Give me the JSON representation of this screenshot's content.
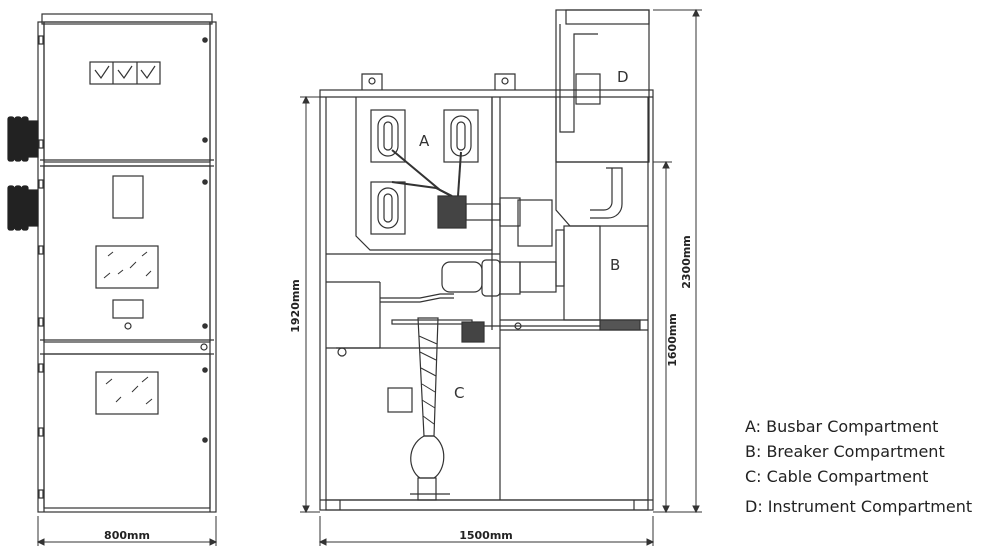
{
  "dimensions": {
    "front_width": "800mm",
    "side_width": "1500mm",
    "side_height_left": "1920mm",
    "side_height_mid": "1600mm",
    "side_height_right": "2300mm"
  },
  "compartment_letters": {
    "a": "A",
    "b": "B",
    "c": "C",
    "d": "D"
  },
  "legend": [
    "A: Busbar Compartment",
    "B: Breaker Compartment",
    "C: Cable Compartment",
    "D: Instrument Compartment"
  ]
}
